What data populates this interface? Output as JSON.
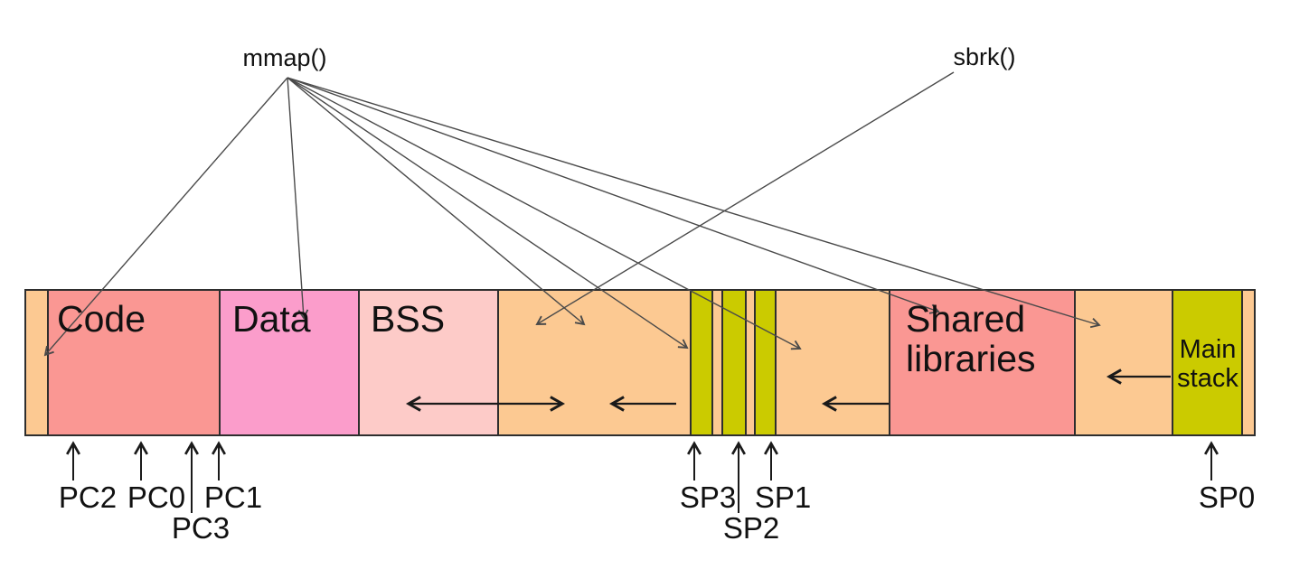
{
  "functions": {
    "mmap": "mmap()",
    "sbrk": "sbrk()"
  },
  "segments": {
    "code": "Code",
    "data": "Data",
    "bss": "BSS",
    "shared_line1": "Shared",
    "shared_line2": "libraries",
    "main_stack_line1": "Main",
    "main_stack_line2": "stack"
  },
  "pointers": {
    "pc0": "PC0",
    "pc1": "PC1",
    "pc2": "PC2",
    "pc3": "PC3",
    "sp0": "SP0",
    "sp1": "SP1",
    "sp2": "SP2",
    "sp3": "SP3"
  },
  "colors": {
    "orange": "#FCC992",
    "salmon": "#FA9793",
    "pink": "#FB9DCB",
    "light_pink": "#FDCBC8",
    "olive": "#CBCB00"
  }
}
